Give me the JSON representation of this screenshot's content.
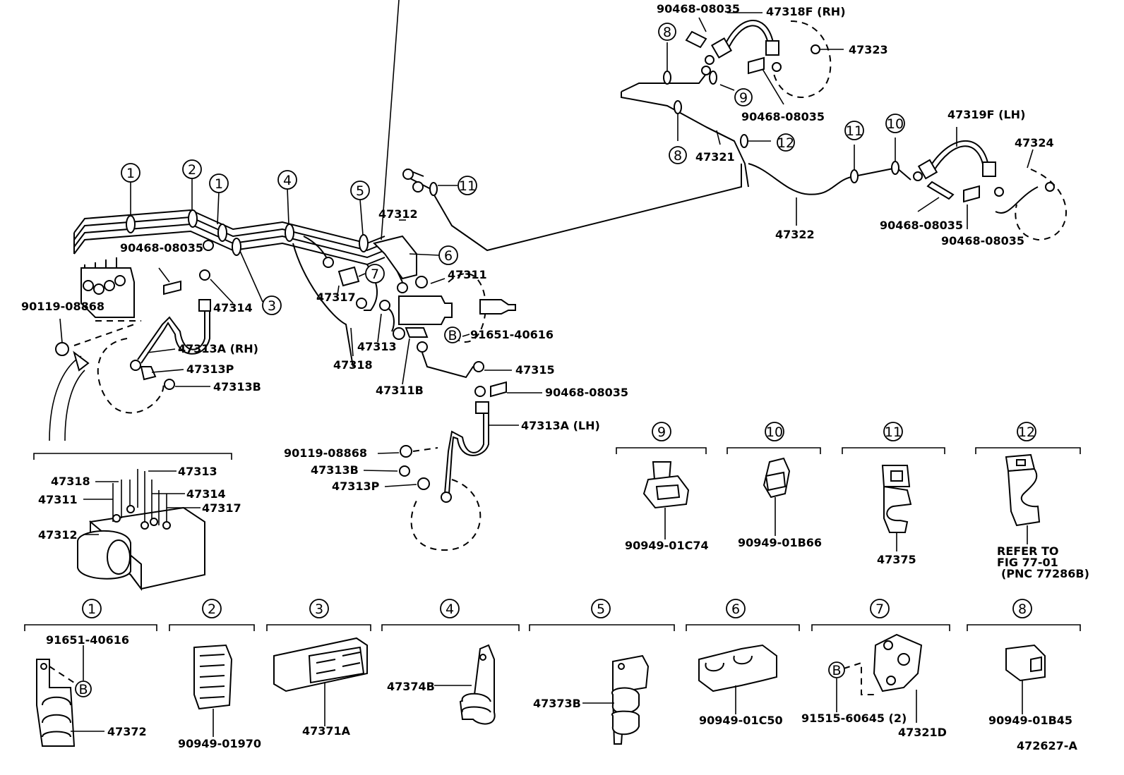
{
  "diagram": {
    "ref_id": "472627-A",
    "parts": {
      "p_90468_08035": "90468-08035",
      "p_47318F_RH": "47318F (RH)",
      "p_47323": "47323",
      "p_47319F_LH": "47319F (LH)",
      "p_47324": "47324",
      "p_47321": "47321",
      "p_47322": "47322",
      "p_47312": "47312",
      "p_47311": "47311",
      "p_47314": "47314",
      "p_47317": "47317",
      "p_47313": "47313",
      "p_47318": "47318",
      "p_47311B": "47311B",
      "p_91651_40616": "91651-40616",
      "p_47315": "47315",
      "p_47313A_RH": "47313A (RH)",
      "p_47313A_LH": "47313A (LH)",
      "p_47313P": "47313P",
      "p_47313B": "47313B",
      "p_90119_08868": "90119-08868",
      "p_47372": "47372",
      "p_90949_01970": "90949-01970",
      "p_47371A": "47371A",
      "p_47374B": "47374B",
      "p_47373B": "47373B",
      "p_90949_01C50": "90949-01C50",
      "p_91515_60645": "91515-60645 (2)",
      "p_47321D": "47321D",
      "p_90949_01B45": "90949-01B45",
      "p_90949_01C74": "90949-01C74",
      "p_90949_01B66": "90949-01B66",
      "p_47375": "47375",
      "refer_line1": "REFER TO",
      "refer_line2": "FIG 77-01",
      "refer_line3": "(PNC 77286B)"
    },
    "callouts": {
      "c1": "1",
      "c2": "2",
      "c3": "3",
      "c4": "4",
      "c5": "5",
      "c6": "6",
      "c7": "7",
      "c8": "8",
      "c9": "9",
      "c10": "10",
      "c11": "11",
      "c12": "12",
      "cB": "B"
    }
  }
}
